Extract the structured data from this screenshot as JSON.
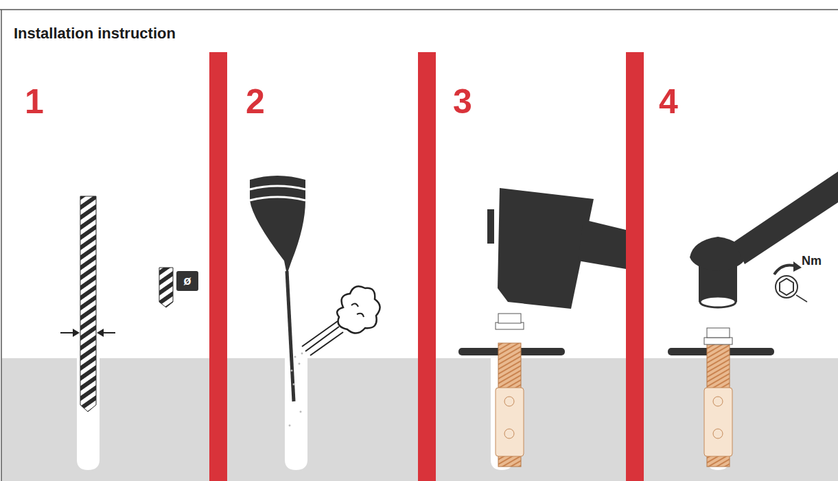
{
  "diagram": {
    "title": "Installation instruction",
    "labels": [
      "1",
      "2",
      "3",
      "4",
      "ø",
      "Nm"
    ]
  }
}
